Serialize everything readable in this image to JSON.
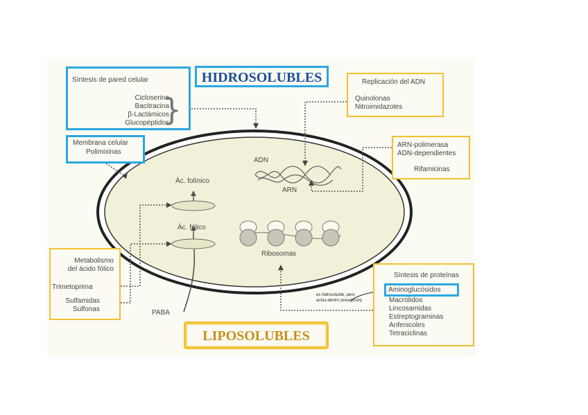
{
  "titles": {
    "hidro": "HIDROSOLUBLES",
    "lipo": "LIPOSOLUBLES"
  },
  "pared": {
    "title": "Síntesis de pared celular",
    "items": [
      "Cicloserina",
      "Bacitracina",
      "β-Lactámicos",
      "Glucopéptidos"
    ]
  },
  "membrana": {
    "lines": [
      "Membrana celular",
      "Polimixinas"
    ]
  },
  "replicacion": {
    "title": "Replicación del ADN",
    "items": [
      "Quinolonas",
      "Nitroimidazoles"
    ]
  },
  "arnpol": {
    "lines": [
      "ARN-polimerasa",
      "ADN-dependientes"
    ],
    "drug": "Rifamicinas"
  },
  "metabolismo": {
    "title_lines": [
      "Metabolismo",
      "del ácido fólico"
    ],
    "items": [
      "Trimetoprima",
      "Sulfamidas",
      "Sulfonas"
    ]
  },
  "proteinas": {
    "title": "Síntesis de proteínas",
    "items": [
      "Aminoglucósidos",
      "Macrólidos",
      "Lincosamidas",
      "Estreptograminas",
      "Anfenicoles",
      "Tetraciclinas"
    ]
  },
  "note": {
    "lines": [
      "es hidrosoluble, pero",
      "actúa dentro (excepción)"
    ]
  },
  "cell": {
    "adn": "ADN",
    "arn": "ARN",
    "folinico": "Ác. folínico",
    "folico": "Ác. fólico",
    "ribosomas": "Ribosomas",
    "paba": "PABA"
  },
  "colors": {
    "blue_box": "#2aa7e0",
    "yellow_box": "#f2c12e",
    "title_blue": "#1f4e9a",
    "title_gold": "#c7901a",
    "cell_fill": "#f3f0d9",
    "membrane": "#222222"
  }
}
